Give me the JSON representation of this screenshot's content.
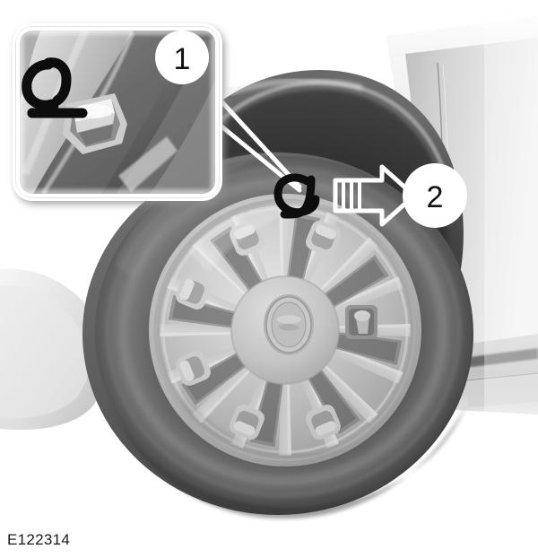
{
  "figure": {
    "id_label": "E122314",
    "alt_description": "Front wheel of a vehicle with hub cap, showing a detail inset of the wheel cover removal slot and a directional pull arrow"
  },
  "callouts": [
    {
      "number": "1",
      "name": "wheel-cover-slot-detail",
      "description": "Magnified inset of the wheel cover showing the removal slot"
    },
    {
      "number": "2",
      "name": "pull-direction",
      "description": "Arrow indicating pulling the wheel cover outward away from the wheel"
    }
  ],
  "inset": {
    "name": "magnified-wheel-cover-slot",
    "caption": "1"
  },
  "markers": {
    "hook_symbol_on_wheel": "hook-tool-marker",
    "hook_symbol_in_inset": "hook-tool-marker",
    "arrow_symbol": "pull-arrow"
  },
  "colors": {
    "background": "#ffffff",
    "tire_dark": "#4a4a4a",
    "tire_mid": "#6d6d6d",
    "wheel_light": "#d7d7d7",
    "wheel_mid": "#b4b4b4",
    "wheel_shadow": "#8a8a8a",
    "body_light": "#e2e2e2",
    "body_mid": "#c9c9c9",
    "arch_shadow": "#3c3c3c",
    "callout_fill": "#ffffff",
    "callout_text": "#111111",
    "marker_black": "#0d0d0d",
    "leader_line": "#ffffff",
    "caption_text": "#1a1a1a"
  }
}
